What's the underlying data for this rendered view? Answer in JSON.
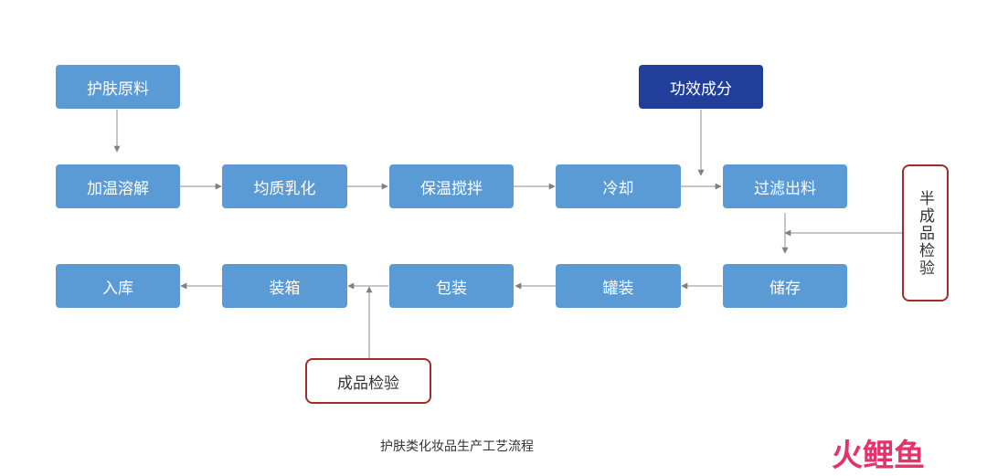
{
  "nodes": {
    "raw": "护肤原料",
    "active": "功效成分",
    "heat": "加温溶解",
    "homog": "均质乳化",
    "stir": "保温搅拌",
    "cool": "冷却",
    "filter": "过滤出料",
    "semi_check": "半成品检验",
    "store": "储存",
    "can": "罐装",
    "pack": "包装",
    "box": "装箱",
    "warehouse": "入库",
    "final_check": "成品检验"
  },
  "caption": "护肤类化妆品生产工艺流程",
  "logo_text": "火鲤鱼",
  "colors": {
    "step": "#5b9bd5",
    "active": "#213f9a",
    "check_border": "#a52a2a",
    "logo": "#e2336b"
  }
}
